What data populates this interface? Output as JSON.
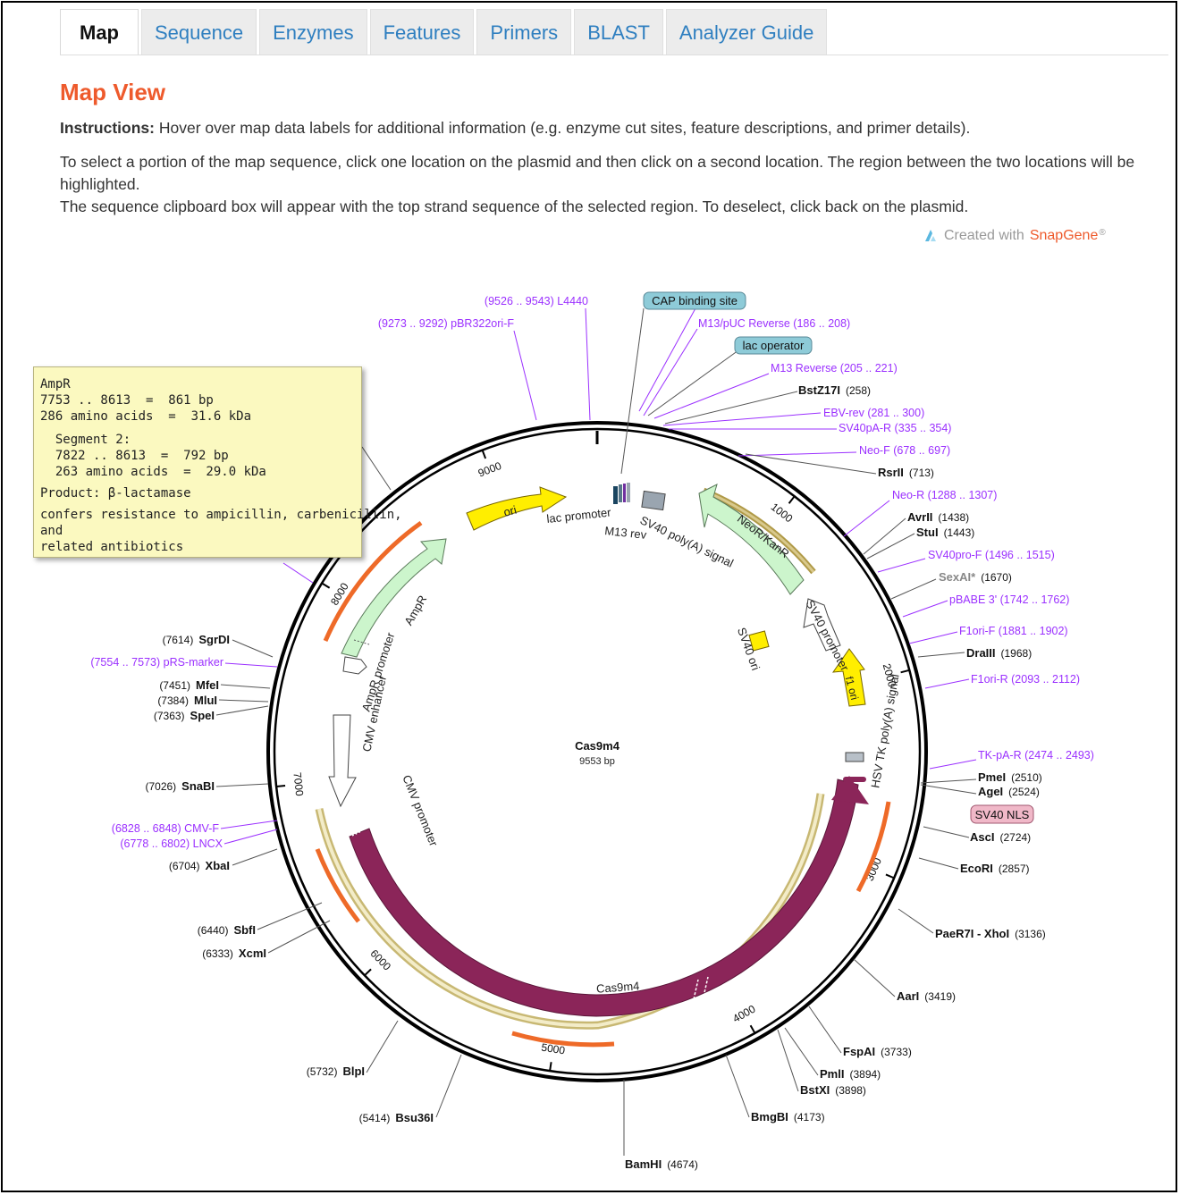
{
  "tabs": [
    "Map",
    "Sequence",
    "Enzymes",
    "Features",
    "Primers",
    "BLAST",
    "Analyzer Guide"
  ],
  "title": "Map View",
  "instructions": {
    "label": "Instructions:",
    "text": " Hover over map data labels for additional information (e.g. enzyme cut sites, feature descriptions, and primer details)."
  },
  "select_text_1": "To select a portion of the map sequence, click one location on the plasmid and then click on a second location. The region between the two locations will be highlighted.",
  "select_text_2": "The sequence clipboard box will appear with the top strand sequence of the selected region. To deselect, click back on the plasmid.",
  "credit": {
    "prefix": "Created with ",
    "brand": "SnapGene",
    "mark": "®"
  },
  "plasmid": {
    "name": "Cas9m4",
    "size": "9553 bp",
    "total_bp": 9553,
    "ticks": [
      {
        "label": "1000",
        "pos": 1000
      },
      {
        "label": "2000",
        "pos": 2000
      },
      {
        "label": "3000",
        "pos": 3000
      },
      {
        "label": "4000",
        "pos": 4000
      },
      {
        "label": "5000",
        "pos": 5000
      },
      {
        "label": "6000",
        "pos": 6000
      },
      {
        "label": "7000",
        "pos": 7000
      },
      {
        "label": "8000",
        "pos": 8000
      },
      {
        "label": "9000",
        "pos": 9000
      }
    ]
  },
  "features": [
    {
      "name": "Cas9m4",
      "start": 2600,
      "end": 6950,
      "dir": "ccw",
      "color": "#8b2559",
      "label": "Cas9m4"
    },
    {
      "name": "NeoR/KanR",
      "start": 800,
      "end": 1700,
      "dir": "ccw",
      "color": "#ccf5cc",
      "label": "NeoR/KanR"
    },
    {
      "name": "AmpR",
      "start": 7753,
      "end": 8613,
      "dir": "cw",
      "color": "#ccf5cc",
      "label": "AmpR"
    },
    {
      "name": "ori",
      "start": 8850,
      "end": 9450,
      "dir": "cw",
      "color": "#ffee00",
      "label": "ori"
    },
    {
      "name": "f1 ori",
      "start": 2050,
      "end": 2480,
      "dir": "ccw",
      "color": "#ffee00",
      "label": "f1 ori"
    },
    {
      "name": "SV40 promoter",
      "start": 1700,
      "end": 2050,
      "dir": "ccw",
      "color": "#ffffff",
      "label": "SV40 promoter"
    },
    {
      "name": "CMV enhancer",
      "start": 6950,
      "end": 7330,
      "dir": "ccw",
      "color": "#ffffff",
      "label": "CMV enhancer"
    },
    {
      "name": "AmpR promoter",
      "start": 7640,
      "end": 7750,
      "dir": "cw",
      "color": "#ffffff",
      "label": "AmpR promoter"
    }
  ],
  "feature_labels": [
    "lac promoter",
    "M13 rev",
    "SV40 poly(A) signal",
    "SV40 ori",
    "HSV TK poly(A) signal",
    "CMV promoter"
  ],
  "boxed_labels": [
    {
      "text": "CAP binding site",
      "color": "#8ecbd8"
    },
    {
      "text": "lac operator",
      "color": "#8ecbd8"
    },
    {
      "text": "SV40 NLS",
      "color": "#f0b8c8"
    }
  ],
  "primers": [
    {
      "text": "(9526 .. 9543) L4440",
      "pos": 9530
    },
    {
      "text": "(9273 .. 9292) pBR322ori-F",
      "pos": 9280
    },
    {
      "text": "M13/pUC Reverse  (186 .. 208)",
      "pos": 190
    },
    {
      "text": "M13 Reverse  (205 .. 221)",
      "pos": 210
    },
    {
      "text": "EBV-rev  (281 .. 300)",
      "pos": 290
    },
    {
      "text": "SV40pA-R  (335 .. 354)",
      "pos": 340
    },
    {
      "text": "Neo-F  (678 .. 697)",
      "pos": 685
    },
    {
      "text": "Neo-R  (1288 .. 1307)",
      "pos": 1295
    },
    {
      "text": "SV40pro-F  (1496 .. 1515)",
      "pos": 1500
    },
    {
      "text": "pBABE 3'  (1742 .. 1762)",
      "pos": 1750
    },
    {
      "text": "F1ori-F  (1881 .. 1902)",
      "pos": 1890
    },
    {
      "text": "F1ori-R  (2093 .. 2112)",
      "pos": 2100
    },
    {
      "text": "TK-pA-R  (2474 .. 2493)",
      "pos": 2480
    },
    {
      "text": "(7554 .. 7573) pRS-marker",
      "pos": 7560
    },
    {
      "text": "(6828 .. 6848) CMV-F",
      "pos": 6835
    },
    {
      "text": "(6778 .. 6802) LNCX",
      "pos": 6790
    }
  ],
  "enzymes": [
    {
      "name": "BstZ17I",
      "site": "(258)",
      "pos": 258
    },
    {
      "name": "RsrII",
      "site": "(713)",
      "pos": 713
    },
    {
      "name": "AvrII",
      "site": "(1438)",
      "pos": 1438
    },
    {
      "name": "StuI",
      "site": "(1443)",
      "pos": 1443
    },
    {
      "name": "SexAI*",
      "site": "(1670)",
      "pos": 1670
    },
    {
      "name": "DraIII",
      "site": "(1968)",
      "pos": 1968
    },
    {
      "name": "PmeI",
      "site": "(2510)",
      "pos": 2510
    },
    {
      "name": "AgeI",
      "site": "(2524)",
      "pos": 2524
    },
    {
      "name": "AscI",
      "site": "(2724)",
      "pos": 2724
    },
    {
      "name": "EcoRI",
      "site": "(2857)",
      "pos": 2857
    },
    {
      "name": "PaeR7I - XhoI",
      "site": "(3136)",
      "pos": 3136
    },
    {
      "name": "AarI",
      "site": "(3419)",
      "pos": 3419
    },
    {
      "name": "FspAI",
      "site": "(3733)",
      "pos": 3733
    },
    {
      "name": "PmlI",
      "site": "(3894)",
      "pos": 3894
    },
    {
      "name": "BstXI",
      "site": "(3898)",
      "pos": 3898
    },
    {
      "name": "BmgBI",
      "site": "(4173)",
      "pos": 4173
    },
    {
      "name": "BamHI",
      "site": "(4674)",
      "pos": 4674
    },
    {
      "name": "Bsu36I",
      "site": "(5414)",
      "pos": 5414
    },
    {
      "name": "BlpI",
      "site": "(5732)",
      "pos": 5732
    },
    {
      "name": "XcmI",
      "site": "(6333)",
      "pos": 6333
    },
    {
      "name": "SbfI",
      "site": "(6440)",
      "pos": 6440
    },
    {
      "name": "XbaI",
      "site": "(6704)",
      "pos": 6704
    },
    {
      "name": "SnaBI",
      "site": "(7026)",
      "pos": 7026
    },
    {
      "name": "SpeI",
      "site": "(7363)",
      "pos": 7363
    },
    {
      "name": "MluI",
      "site": "(7384)",
      "pos": 7384
    },
    {
      "name": "MfeI",
      "site": "(7451)",
      "pos": 7451
    },
    {
      "name": "SgrDI",
      "site": "(7614)",
      "pos": 7614
    }
  ],
  "tooltip": {
    "lines": [
      "AmpR",
      "7753 .. 8613  =  861 bp",
      "286 amino acids  =  31.6 kDa",
      "",
      "  Segment 2:",
      "  7822 .. 8613  =  792 bp",
      "  263 amino acids  =  29.0 kDa",
      "Product: β-lactamase",
      "",
      "confers resistance to ampicillin, carbenicillin,",
      "and",
      "related antibiotics"
    ]
  },
  "colors": {
    "primer": "#9b30ff",
    "enzyme": "#111111",
    "enzyme_grey": "#888888",
    "accent": "#ee5a2c",
    "tab_link": "#2f7fc0",
    "orf": "#ee6a28",
    "outline_gold": "#b09a48"
  }
}
